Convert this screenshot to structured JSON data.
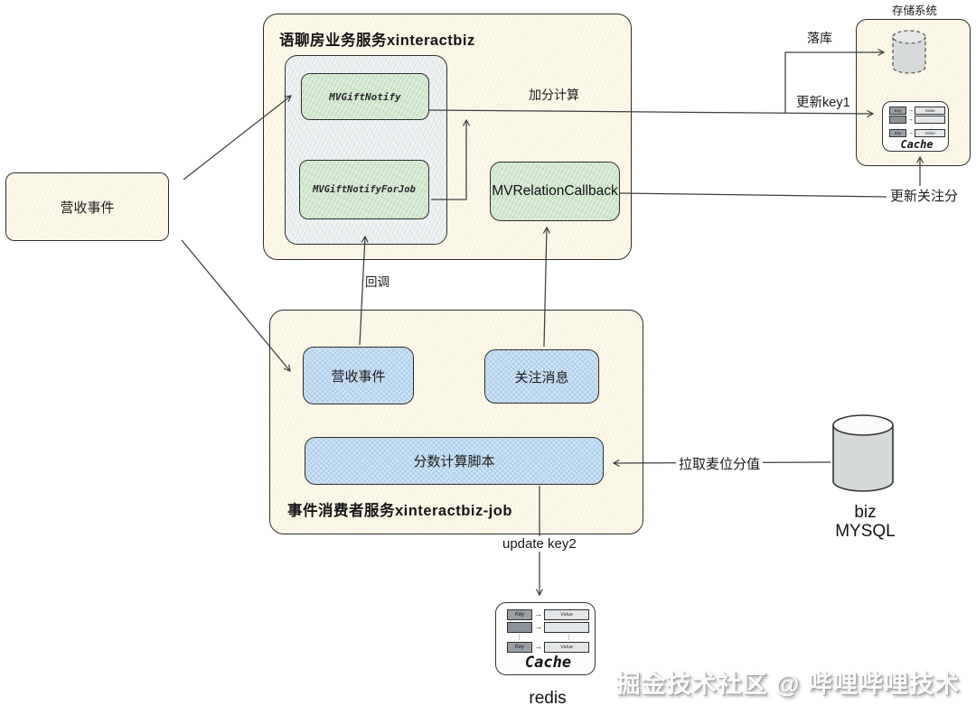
{
  "left_event": {
    "label": "营收事件"
  },
  "biz_service": {
    "title": "语聊房业务服务xinteractbiz",
    "gift_notify": "MVGiftNotify",
    "gift_notify_for_job": "MVGiftNotifyForJob",
    "relation_callback": "MVRelationCallback"
  },
  "storage": {
    "title": "存储系统"
  },
  "consumer_service": {
    "title": "事件消费者服务xinteractbiz-job",
    "revenue_event": "营收事件",
    "follow_message": "关注消息",
    "score_script": "分数计算脚本"
  },
  "mysql": {
    "name_line1": "biz",
    "name_line2": "MYSQL"
  },
  "redis": {
    "name": "redis"
  },
  "cache": {
    "key": "Key",
    "value": "Value",
    "label": "Cache",
    "arrow": "→",
    "ellipsis": "⋮"
  },
  "edges": {
    "drop_db": "落库",
    "update_key1": "更新key1",
    "add_score": "加分计算",
    "update_follow_score": "更新关注分",
    "callback": "回调",
    "pull_mic_score": "拉取麦位分值",
    "update_key2": "update key2"
  },
  "watermark": {
    "text": "掘金技术社区 @ 哔哩哔哩技术"
  },
  "colors": {
    "box_cream": "#faf5e2",
    "node_green": "#cfe5cb",
    "node_blue": "#cde3f5",
    "inner_gray": "#e8edee",
    "cylinder_gray": "#d6dadb",
    "line": "#3d3d3d"
  }
}
